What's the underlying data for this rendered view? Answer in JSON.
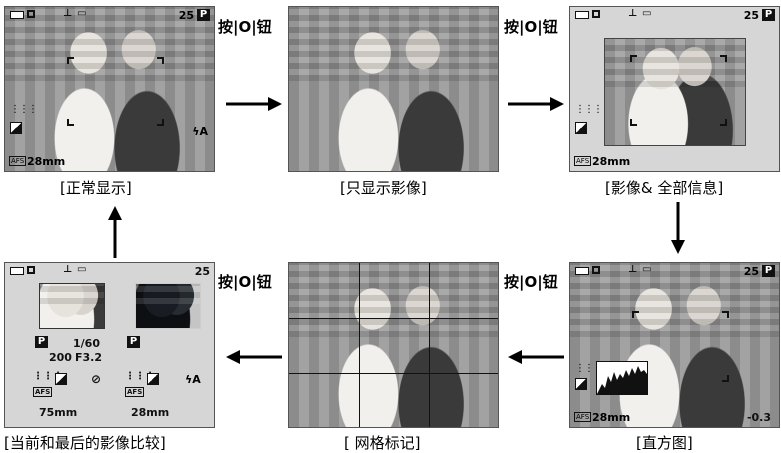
{
  "screens": {
    "normal": {
      "caption": "[正常显示]",
      "shots": "25",
      "mode": "P",
      "focal": "28mm",
      "afs": "AFS",
      "flash": "ϟA"
    },
    "image_only": {
      "caption": "[只显示影像]"
    },
    "image_info": {
      "caption": "[影像& 全部信息]",
      "shots": "25",
      "mode": "P",
      "focal": "28mm",
      "afs": "AFS"
    },
    "histogram": {
      "caption": "[直方图]",
      "shots": "25",
      "mode": "P",
      "focal": "28mm",
      "afs": "AFS",
      "ev": "-0.3"
    },
    "grid": {
      "caption": "[ 网格标记]"
    },
    "compare": {
      "caption": "[当前和最后的影像比较]",
      "shots": "25",
      "mode_left": "P",
      "mode_right": "P",
      "shutter": "1/60",
      "iso": "200",
      "aperture": "F3.2",
      "afs": "AFS",
      "focal_left": "75mm",
      "focal_right": "28mm",
      "flash": "ϟA",
      "flash_off": "⊘"
    }
  },
  "button_label": "按|O|钮",
  "icons": {
    "battery": "battery-icon",
    "frame": "frame-icon",
    "macro": "macro-icon",
    "card": "card-icon"
  }
}
